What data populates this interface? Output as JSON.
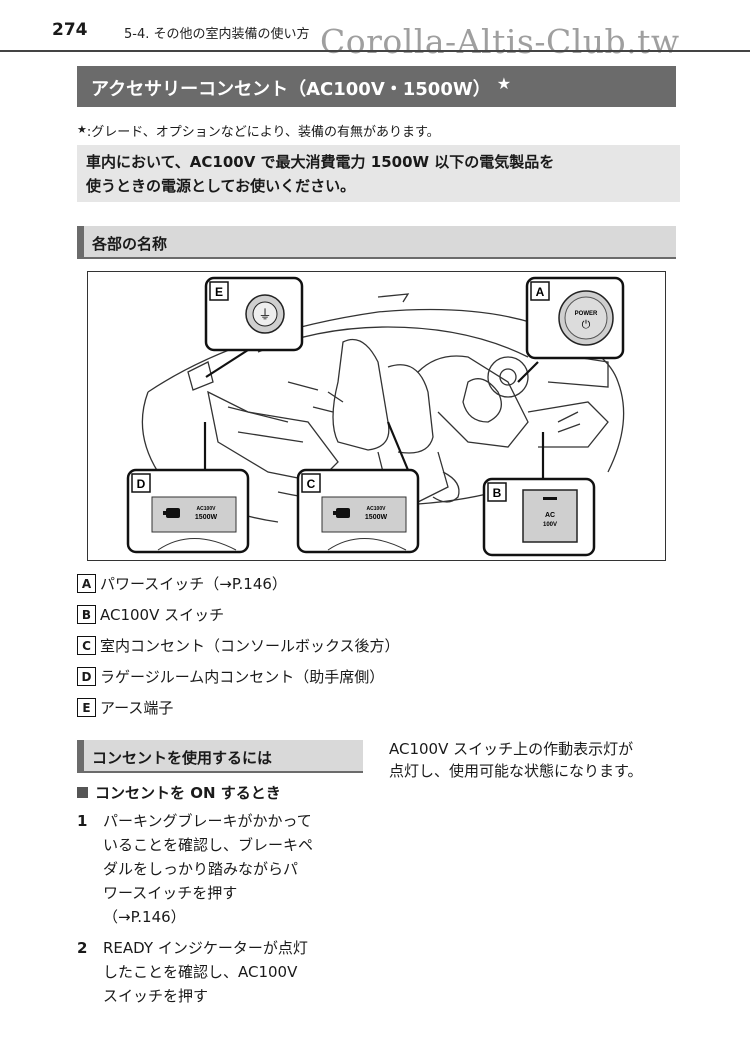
{
  "header": {
    "page_number": "274",
    "section": "5-4. その他の室内装備の使い方",
    "watermark": "Corolla-Altis-Club.tw"
  },
  "title": {
    "text": "アクセサリーコンセント（AC100V・1500W）",
    "star": "★"
  },
  "note": {
    "star": "★",
    "text": ":グレード、オプションなどにより、装備の有無があります。"
  },
  "intro": {
    "line1": "車内において、AC100V で最大消費電力 1500W 以下の電気製品を",
    "line2": "使うときの電源としてお使いください。"
  },
  "parts_section": {
    "heading": "各部の名称"
  },
  "illustration": {
    "callouts": {
      "a": "A",
      "b": "B",
      "c": "C",
      "d": "D",
      "e": "E"
    },
    "power_label": "POWER",
    "power_icon": "⏻",
    "ground_icon": "⏚",
    "switch_label_1": "AC",
    "switch_label_2": "100V",
    "outlet_label_1": "AC100V",
    "outlet_label_2": "1500W"
  },
  "legend": [
    {
      "badge": "A",
      "text": "パワースイッチ（→P.146）"
    },
    {
      "badge": "B",
      "text": "AC100V スイッチ"
    },
    {
      "badge": "C",
      "text": "室内コンセント（コンソールボックス後方）"
    },
    {
      "badge": "D",
      "text": "ラゲージルーム内コンセント（助手席側）"
    },
    {
      "badge": "E",
      "text": "アース端子"
    }
  ],
  "usage_section": {
    "heading": "コンセントを使用するには",
    "on_heading": "コンセントを ON するとき",
    "steps": [
      {
        "num": "1",
        "text": "パーキングブレーキがかかって\nいることを確認し、ブレーキペ\nダルをしっかり踏みながらパ\nワースイッチを押す\n（→P.146）"
      },
      {
        "num": "2",
        "text": "READY インジケーターが点灯\nしたことを確認し、AC100V\nスイッチを押す"
      }
    ],
    "right_text_1": "AC100V スイッチ上の作動表示灯が",
    "right_text_2": "点灯し、使用可能な状態になります。"
  }
}
